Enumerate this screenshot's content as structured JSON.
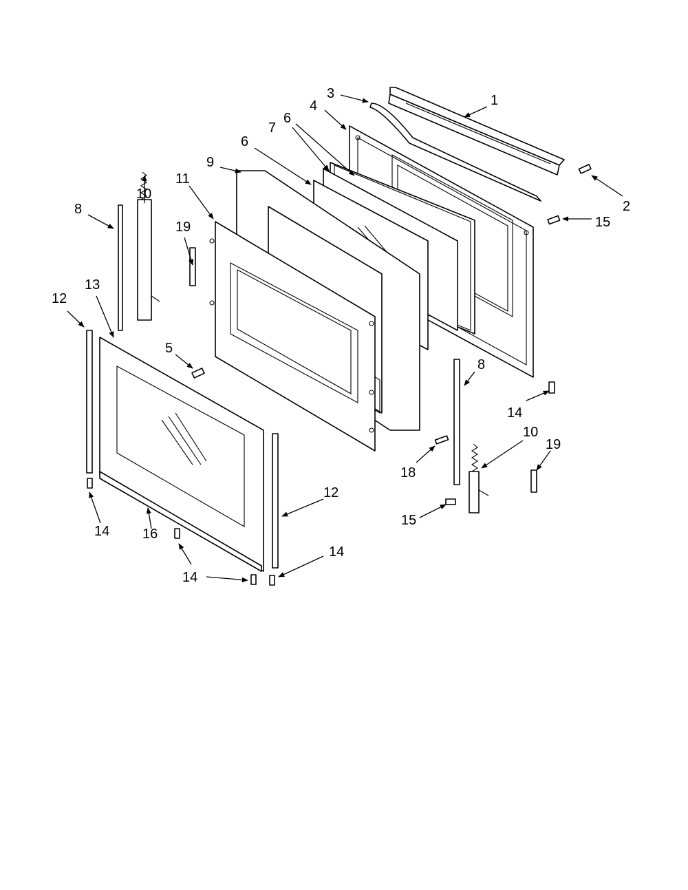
{
  "callouts": [
    {
      "id": "c1",
      "text": "1"
    },
    {
      "id": "c2",
      "text": "2"
    },
    {
      "id": "c3",
      "text": "3"
    },
    {
      "id": "c4",
      "text": "4"
    },
    {
      "id": "c5",
      "text": "5"
    },
    {
      "id": "c6a",
      "text": "6"
    },
    {
      "id": "c6b",
      "text": "6"
    },
    {
      "id": "c7",
      "text": "7"
    },
    {
      "id": "c8a",
      "text": "8"
    },
    {
      "id": "c8b",
      "text": "8"
    },
    {
      "id": "c9",
      "text": "9"
    },
    {
      "id": "c10a",
      "text": "10"
    },
    {
      "id": "c10b",
      "text": "10"
    },
    {
      "id": "c11",
      "text": "11"
    },
    {
      "id": "c12a",
      "text": "12"
    },
    {
      "id": "c12b",
      "text": "12"
    },
    {
      "id": "c13",
      "text": "13"
    },
    {
      "id": "c14a",
      "text": "14"
    },
    {
      "id": "c14b",
      "text": "14"
    },
    {
      "id": "c14c",
      "text": "14"
    },
    {
      "id": "c14d",
      "text": "14"
    },
    {
      "id": "c15a",
      "text": "15"
    },
    {
      "id": "c15b",
      "text": "15"
    },
    {
      "id": "c16",
      "text": "16"
    },
    {
      "id": "c18",
      "text": "18"
    },
    {
      "id": "c19a",
      "text": "19"
    },
    {
      "id": "c19b",
      "text": "19"
    }
  ]
}
